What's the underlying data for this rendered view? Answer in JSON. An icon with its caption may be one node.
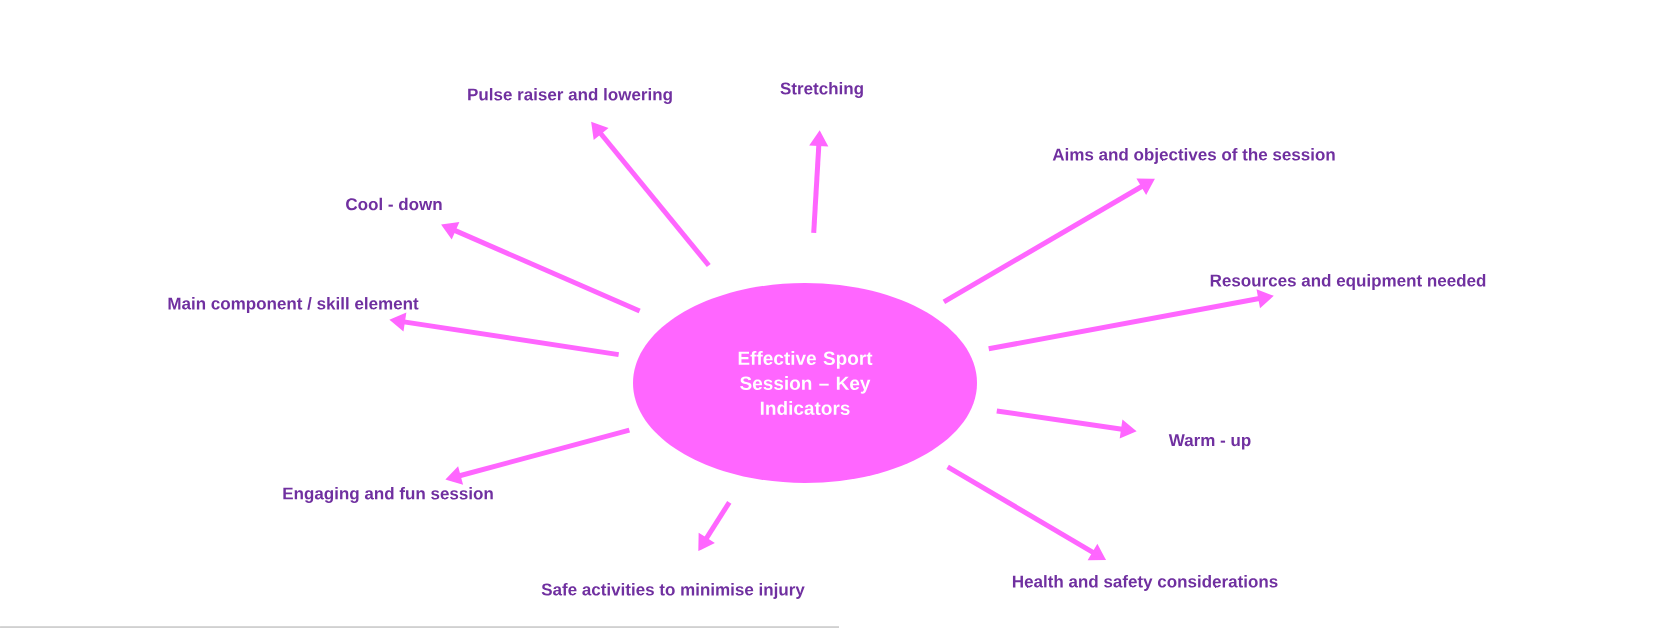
{
  "diagram": {
    "nodes": [
      {
        "text": [
          "Effective Sport Session – Key Indicators"
        ]
      },
      {
        "text": [
          "Pulse raiser and lowering"
        ]
      },
      {
        "text": [
          "Stretching"
        ]
      },
      {
        "text": [
          "Aims and objectives of the session"
        ]
      },
      {
        "text": [
          "Cool - down"
        ]
      },
      {
        "text": [
          "Resources and equipment needed"
        ]
      },
      {
        "text": [
          "Main component / skill element"
        ]
      },
      {
        "text": [
          "Warm - up"
        ]
      },
      {
        "text": [
          "Engaging and fun session"
        ]
      },
      {
        "text": [
          "Health and safety considerations"
        ]
      },
      {
        "text": [
          "Safe activities to minimise injury"
        ]
      }
    ],
    "edges": [
      {
        "from": 0,
        "to": 1,
        "arrow": "to"
      },
      {
        "from": 0,
        "to": 2,
        "arrow": "to"
      },
      {
        "from": 0,
        "to": 3,
        "arrow": "to"
      },
      {
        "from": 0,
        "to": 4,
        "arrow": "to"
      },
      {
        "from": 0,
        "to": 5,
        "arrow": "to"
      },
      {
        "from": 0,
        "to": 6,
        "arrow": "to"
      },
      {
        "from": 0,
        "to": 7,
        "arrow": "to"
      },
      {
        "from": 0,
        "to": 8,
        "arrow": "to"
      },
      {
        "from": 0,
        "to": 9,
        "arrow": "to"
      },
      {
        "from": 0,
        "to": 10,
        "arrow": "to"
      }
    ]
  }
}
